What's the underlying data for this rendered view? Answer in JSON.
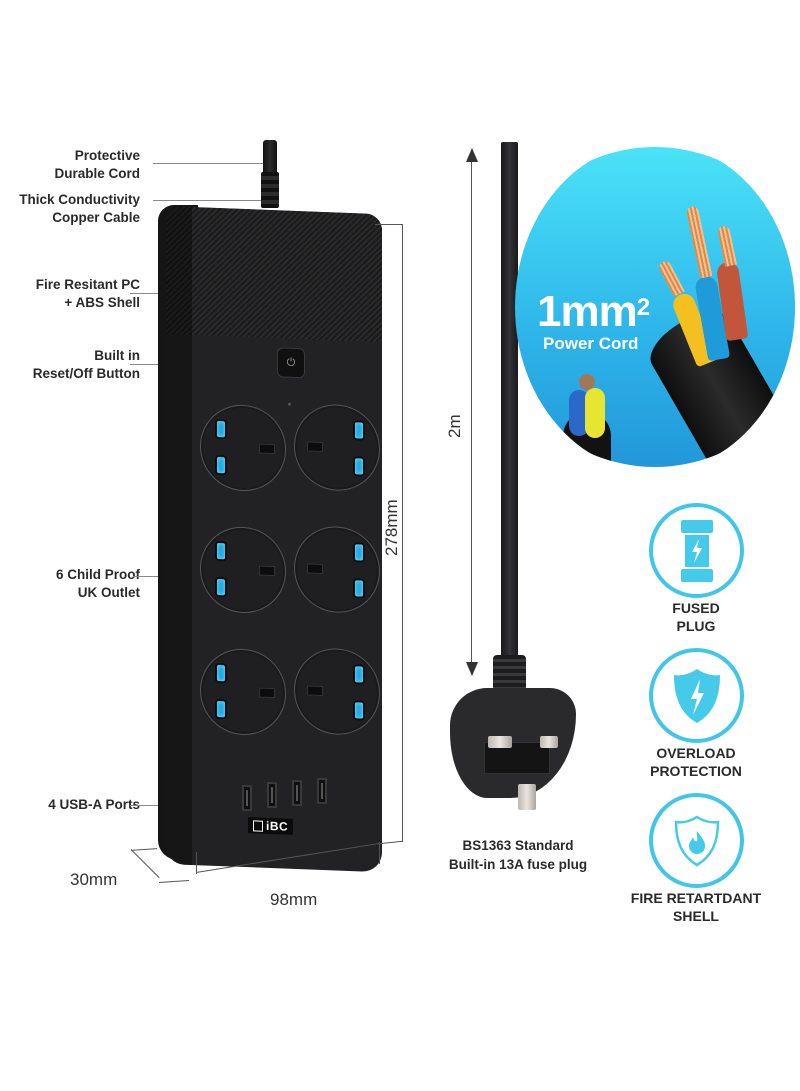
{
  "callouts": [
    {
      "id": "protective-cord",
      "lines": [
        "Protective",
        "Durable Cord"
      ]
    },
    {
      "id": "copper-cable",
      "lines": [
        "Thick Conductivity",
        "Copper Cable"
      ]
    },
    {
      "id": "fire-shell",
      "lines": [
        "Fire Resitant PC",
        "+ ABS Shell"
      ]
    },
    {
      "id": "reset-button",
      "lines": [
        "Built in",
        "Reset/Off Button"
      ]
    },
    {
      "id": "uk-outlets",
      "lines": [
        "6 Child Proof",
        "UK Outlet"
      ]
    },
    {
      "id": "usb-ports",
      "lines": [
        "4 USB-A Ports"
      ]
    }
  ],
  "dimensions": {
    "height": "278mm",
    "width": "98mm",
    "depth": "30mm",
    "cord_length": "2m"
  },
  "product": {
    "brand": "iBC",
    "outlet_count": 6,
    "usb_count": 4,
    "power_symbol": "⏻"
  },
  "cable_graphic": {
    "size": "1mm",
    "superscript": "2",
    "label": "Power Cord",
    "gradient_top": "#4be4f8",
    "gradient_bottom": "#2196d9"
  },
  "plug": {
    "caption_line1": "BS1363 Standard",
    "caption_line2": "Built-in 13A fuse plug"
  },
  "features": [
    {
      "icon": "fuse-icon",
      "lines": [
        "FUSED",
        "PLUG"
      ]
    },
    {
      "icon": "shield-lightning-icon",
      "lines": [
        "OVERLOAD",
        "PROTECTION"
      ]
    },
    {
      "icon": "shield-flame-icon",
      "lines": [
        "FIRE RETARTDANT",
        "SHELL"
      ]
    }
  ],
  "colors": {
    "accent": "#42c6e8",
    "pin_glow": "#1ea8e0",
    "strip_body": "#222224",
    "label_text": "#2a2a2a"
  }
}
